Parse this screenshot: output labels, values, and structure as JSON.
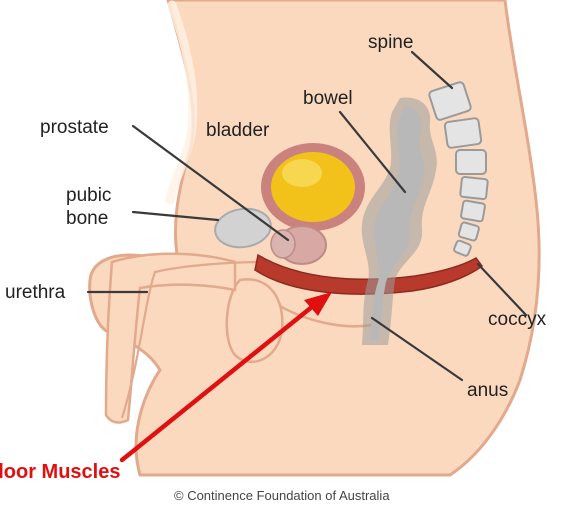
{
  "labels": {
    "spine": "spine",
    "bowel": "bowel",
    "prostate": "prostate",
    "bladder": "bladder",
    "pubic_bone_line1": "pubic",
    "pubic_bone_line2": "bone",
    "urethra": "urethra",
    "coccyx": "coccyx",
    "anus": "anus"
  },
  "callout": {
    "text": "Floor Muscles",
    "color": "#e01010"
  },
  "credit": "© Continence Foundation of Australia",
  "colors": {
    "skin": "#fbd9bf",
    "skin_outline": "#e2a98c",
    "bladder_fill": "#f2c21a",
    "bladder_wall": "#c9827e",
    "muscle": "#b83a2c",
    "bone": "#bdbdbd",
    "spine_vertebra": "#e4e4e4"
  }
}
